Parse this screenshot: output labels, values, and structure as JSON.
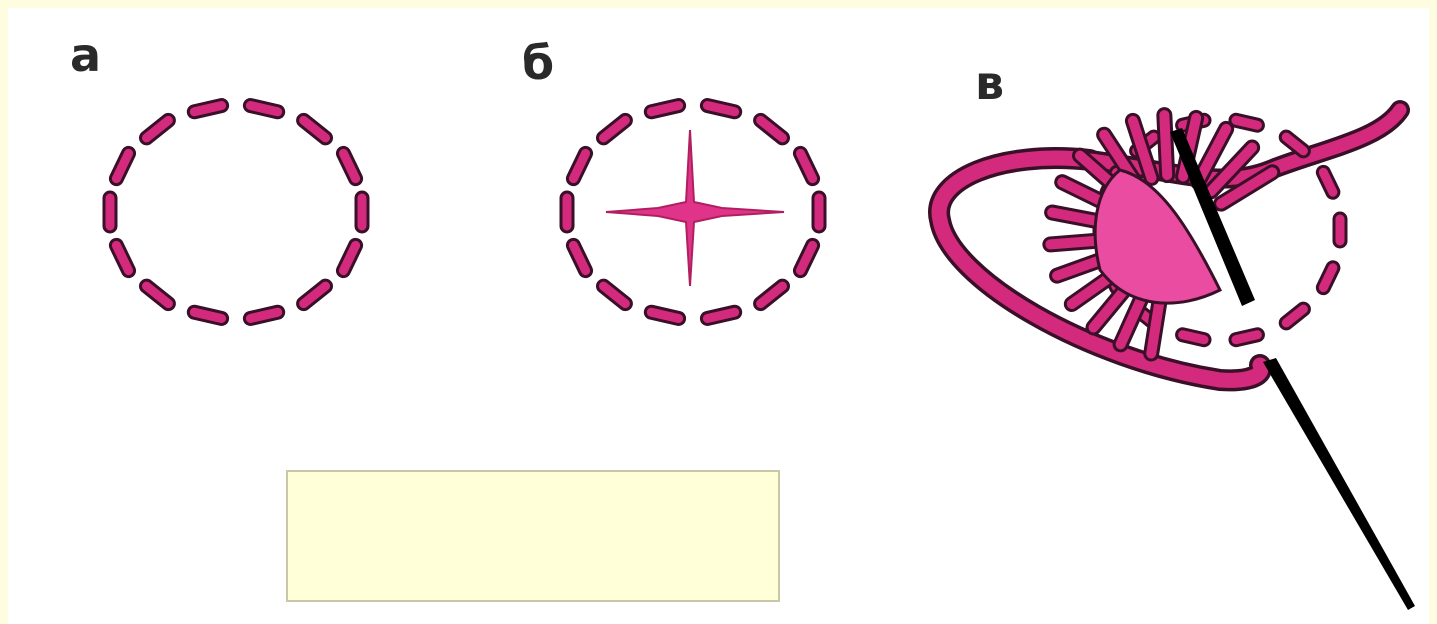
{
  "diagram": {
    "panels": [
      {
        "id": "a",
        "label": "а"
      },
      {
        "id": "b",
        "label": "б"
      },
      {
        "id": "c",
        "label": "в"
      }
    ],
    "colors": {
      "stitch": "#d42a7e",
      "stitch_outline": "#3a1028",
      "needle": "#000000",
      "background": "#fffde0",
      "answer_box": "#ffffd8"
    }
  }
}
